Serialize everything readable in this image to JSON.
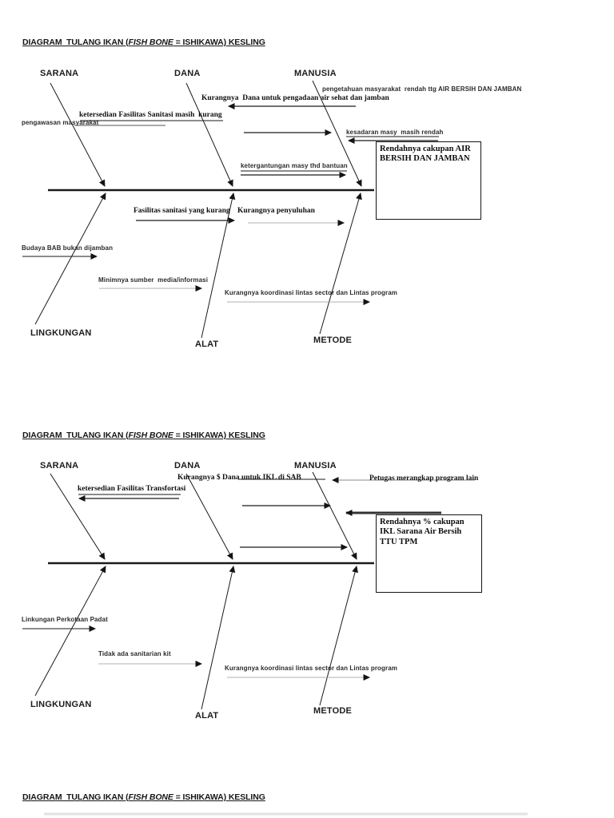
{
  "titles": {
    "pre": "DIAGRAM  TULANG IKAN (",
    "italic": "FISH BONE",
    "post": " = ISHIKAWA) KESLING"
  },
  "diagram1": {
    "top_categories": [
      "SARANA",
      "DANA",
      "MANUSIA"
    ],
    "bottom_categories": [
      "LINGKUNGAN",
      "ALAT",
      "METODE"
    ],
    "head_box": "Rendahnya cakupan AIR BERSIH DAN JAMBAN",
    "causes": {
      "pengetahuan": "pengetahuan masyarakat  rendah ttg AIR BERSIH DAN JAMBAN",
      "kurangnya_dana": "Kurangnya  Dana untuk pengadaan air sehat dan jamban",
      "ketersedian_sanitasi": "ketersedian Fasilitas Sanitasi masih  kurang",
      "pengawasan": "pengawasan masyarakat",
      "kesadaran": "kesadaran masy  masih rendah",
      "ketergantungan": "ketergantungan masy thd bantuan",
      "fasilitas_kurang": "Fasilitas sanitasi yang kurang",
      "penyuluhan": "Kurangnya penyuluhan",
      "budaya_bab": "Budaya BAB bukan dijamban",
      "minimnya_media": "Minimnya sumber  media/informasi",
      "koordinasi": "Kurangnya koordinasi lintas sector dan Lintas program"
    }
  },
  "diagram2": {
    "top_categories": [
      "SARANA",
      "DANA",
      "MANUSIA"
    ],
    "bottom_categories": [
      "LINGKUNGAN",
      "ALAT",
      "METODE"
    ],
    "head_box": "Rendahnya % cakupan IKL Sarana Air Bersih TTU TPM",
    "causes": {
      "dana_ikl": "Kurangnya $ Dana untuk IKL di SAB",
      "petugas": "Petugas merangkap program lain",
      "transfortasi": "ketersedian Fasilitas Transfortasi",
      "perkotaan": "Linkungan Perkotaan Padat",
      "sanitarian_kit": "Tidak ada sanitarian kit",
      "koordinasi": "Kurangnya koordinasi lintas sector dan Lintas program"
    }
  }
}
